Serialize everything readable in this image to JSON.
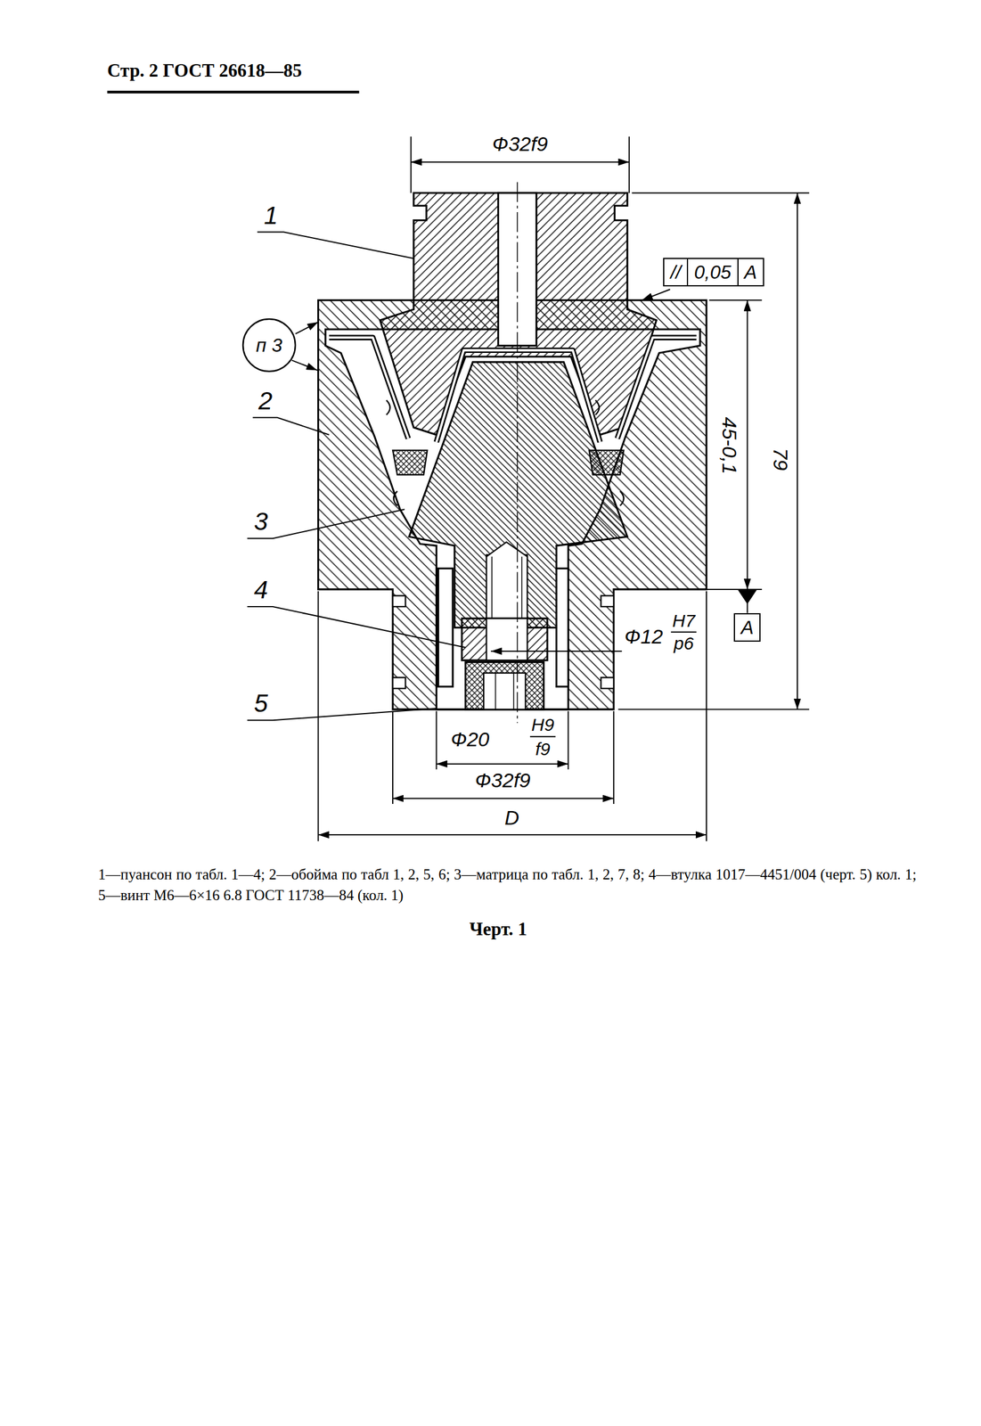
{
  "diagram": {
    "caption": "Черт. 1",
    "nodes": [
      {
        "text": [
          "//",
          "0,05",
          "A"
        ]
      },
      {
        "text": [
          "п 3"
        ]
      },
      {
        "text": [
          "A"
        ]
      }
    ],
    "labels": [
      "Стр. 2 ГОСТ 26618—85",
      "Ф32f9",
      "1",
      "2",
      "3",
      "4",
      "5",
      "45-0,1",
      "79",
      "Ф12",
      "H7",
      "p6",
      "Ф20",
      "H9",
      "f9",
      "Ф32f9",
      "D",
      "1—пуансон по табл. 1—4; 2—обойма по табл 1, 2, 5, 6; 3—матрица по табл. 1, 2, 7, 8; 4—втулка 1017—4451/004 (черт. 5) кол. 1; 5—винт М6—6×16 6.8 ГОСТ 11738—84 (кол. 1)"
    ]
  }
}
